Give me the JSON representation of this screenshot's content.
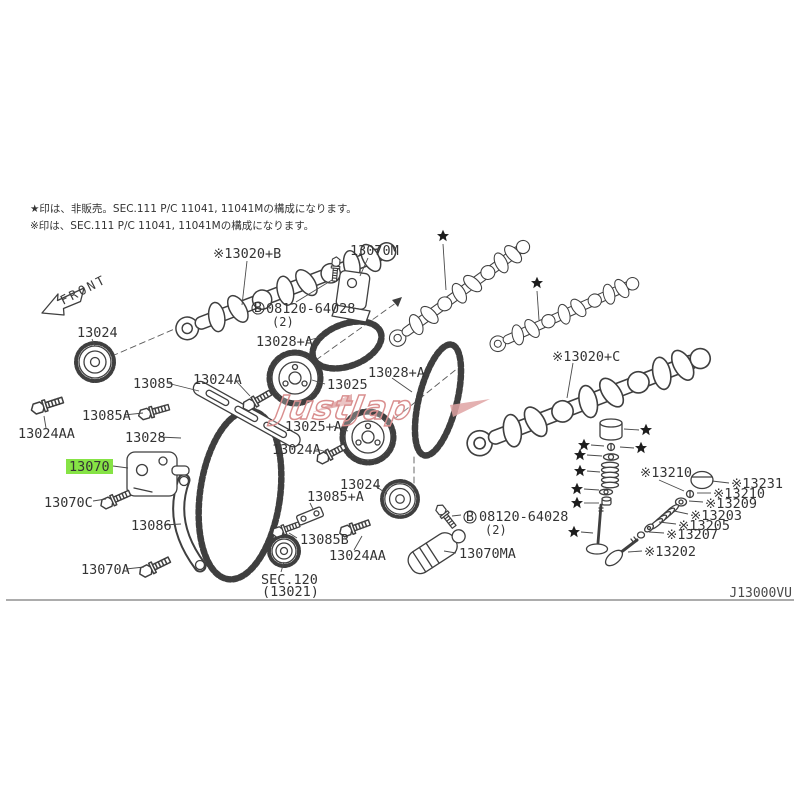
{
  "diagram": {
    "drawing_code": "J13000VU",
    "front_label": "FRONT",
    "notes": {
      "line1": "★印は、非販売。SEC.111 P/C 11041, 11041Mの構成になります。",
      "line2": "※印は、SEC.111 P/C 11041, 11041Mの構成になります。"
    },
    "watermark": {
      "text": "JustJap"
    },
    "symbols": {
      "star": "★",
      "reference_mark": "※",
      "circled_b": "Ⓑ"
    },
    "colors": {
      "line": "#3f3f3f",
      "highlight_green": "#86e345",
      "watermark_pink": "#dfa3a3"
    },
    "labels": {
      "cam_13020B": "※13020+B",
      "t13070M": "13070M",
      "bolt_b_top": {
        "circled": "B",
        "number": "08120-64028",
        "qty": "(2)"
      },
      "s13024_left": "13024",
      "g13085": "13085",
      "b13024A_left": "13024A",
      "c13028A_left": "13028+A",
      "s13025": "13025",
      "b13085A": "13085A",
      "c13028": "13028",
      "b13024AA_left": "13024AA",
      "c13028A_right": "13028+A",
      "s13025A": "13025+A",
      "b13024A_mid": "13024A",
      "t13070": "13070",
      "b13070C": "13070C",
      "g13086": "13086",
      "g13085A2": "13085+A",
      "b13085B": "13085B",
      "s13024_mid": "13024",
      "b13024AA_mid": "13024AA",
      "sec120": "SEC.120",
      "sec120_sub": "(13021)",
      "b13070A": "13070A",
      "bolt_b_bottom": {
        "circled": "B",
        "number": "08120-64028",
        "qty": "(2)"
      },
      "t13070MA": "13070MA",
      "cam_13020C": "※13020+C",
      "v13210_a": "※13210",
      "v13231": "※13231",
      "v13210_b": "※13210",
      "v13209": "※13209",
      "v13203": "※13203",
      "v13205": "※13205",
      "v13207": "※13207",
      "v13202": "※13202"
    }
  }
}
